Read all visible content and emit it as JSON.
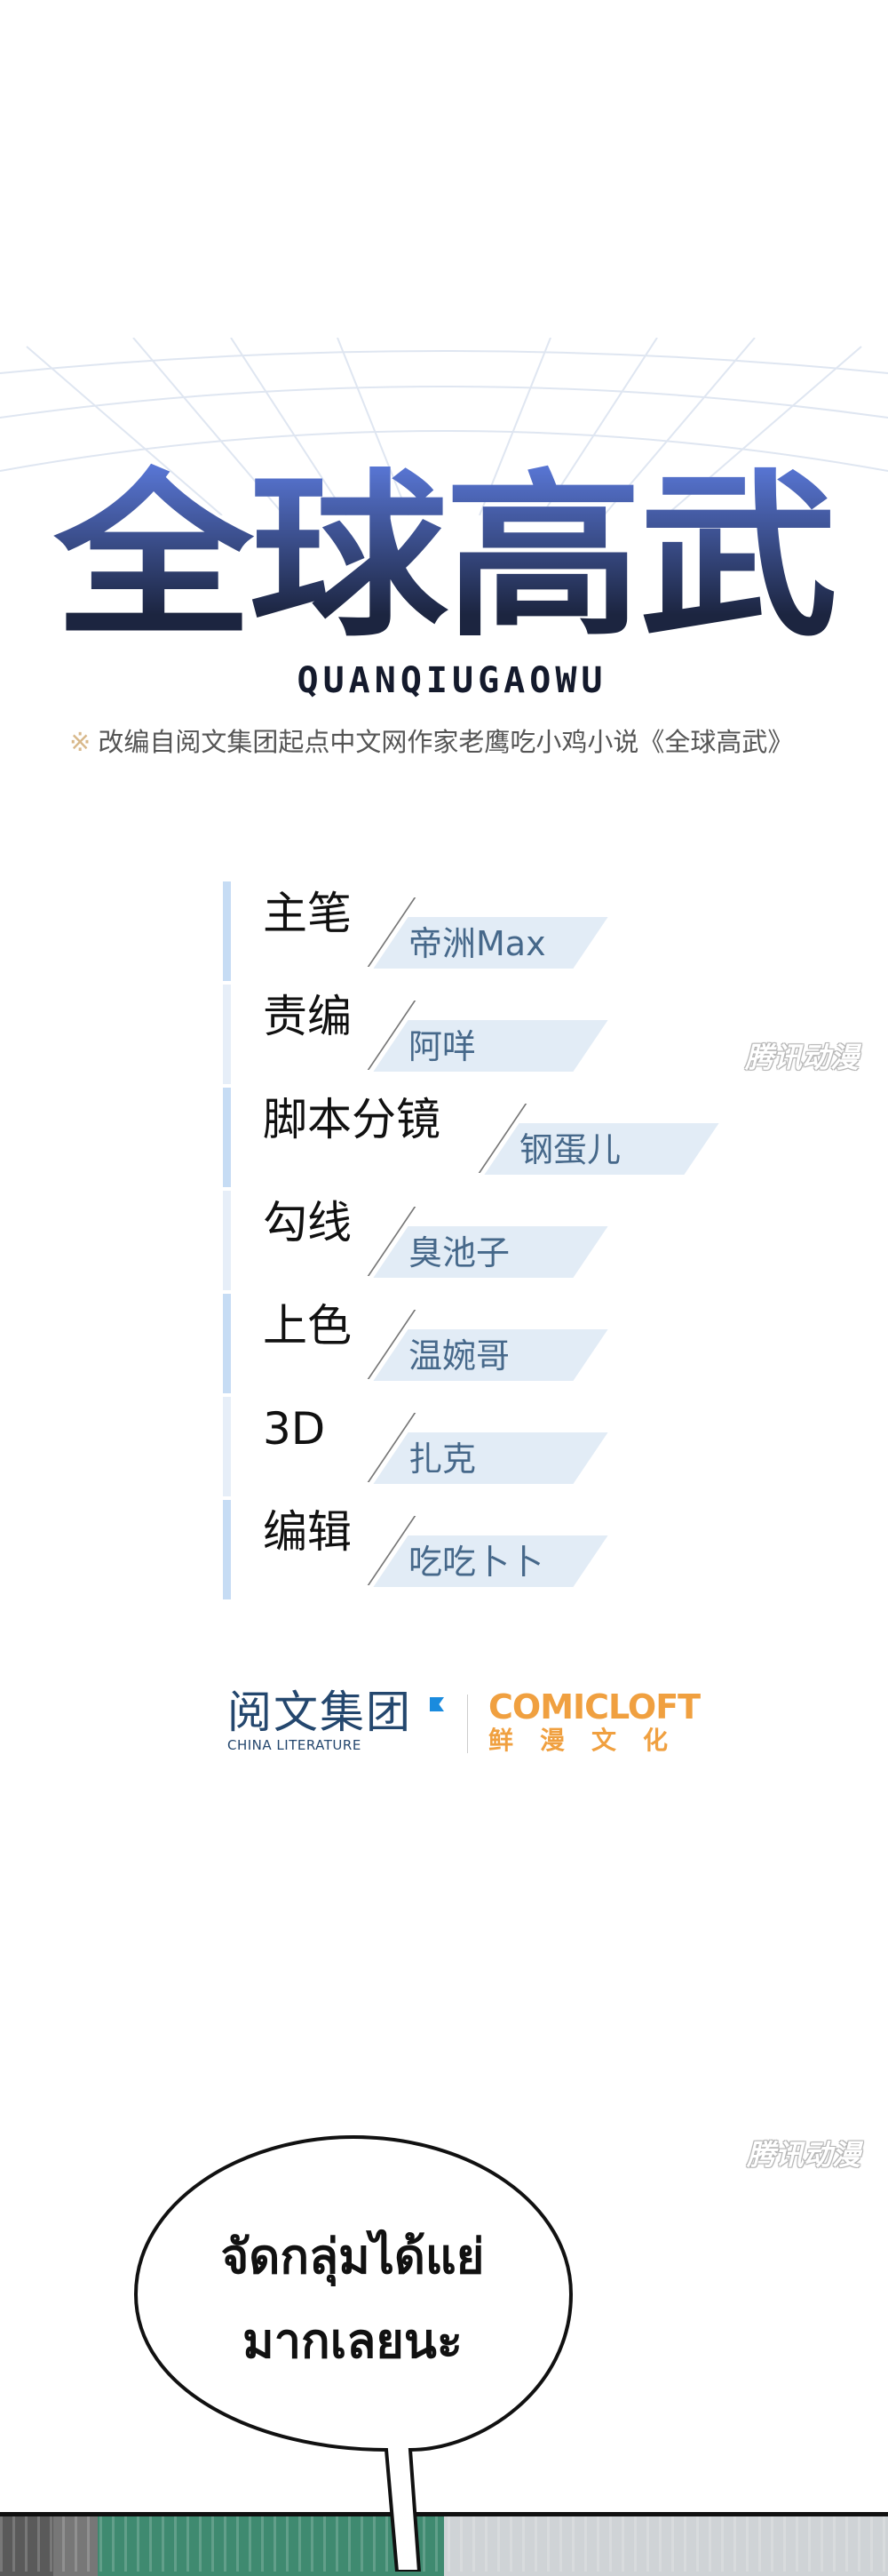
{
  "title": {
    "logo_text": "全球高武",
    "romaji": "QUANQIUGAOWU",
    "subtitle_mark": "※",
    "subtitle": "改编自阅文集团起点中文网作家老鹰吃小鸡小说《全球高武》"
  },
  "credits": [
    {
      "role": "主笔",
      "name": "帝洲Max"
    },
    {
      "role": "责编",
      "name": "阿咩"
    },
    {
      "role": "脚本分镜",
      "name": "钢蛋儿"
    },
    {
      "role": "勾线",
      "name": "臭池子"
    },
    {
      "role": "上色",
      "name": "温婉哥"
    },
    {
      "role": "3D",
      "name": "扎克"
    },
    {
      "role": "编辑",
      "name": "吃吃卜卜"
    }
  ],
  "watermark": "腾讯动漫",
  "publishers": {
    "china_literature_cn": "阅文集团",
    "china_literature_en": "CHINA LITERATURE",
    "comicloft_en": "COMICLOFT",
    "comicloft_cn": "鲜漫文化"
  },
  "speech_bubble": {
    "line1": "จัดกลุ่มได้แย่",
    "line2": "มากเลยนะ"
  },
  "colors": {
    "title_top": "#5a78d8",
    "title_bottom": "#1c2540",
    "credit_bar": "#c6dcf4",
    "name_bg": "#e2ecf6",
    "name_text": "#46688a",
    "comicloft": "#f0a040",
    "china_literature": "#24476e"
  }
}
